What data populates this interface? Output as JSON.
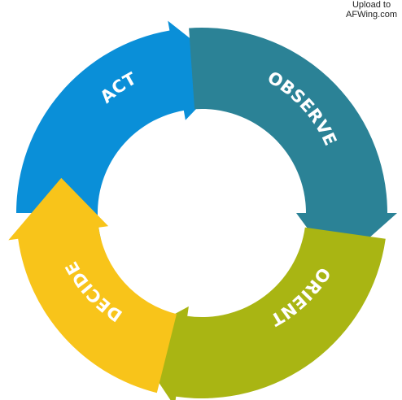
{
  "watermark": {
    "line1": "Upload to",
    "line2": "AFWing.com"
  },
  "stages": [
    {
      "key": "act",
      "label": "ACT",
      "color": "#0a8fd8"
    },
    {
      "key": "observe",
      "label": "OBSERVE",
      "color": "#2b8296"
    },
    {
      "key": "orient",
      "label": "ORIENT",
      "color": "#a9b513"
    },
    {
      "key": "decide",
      "label": "DECIDE",
      "color": "#f8c41a"
    }
  ]
}
